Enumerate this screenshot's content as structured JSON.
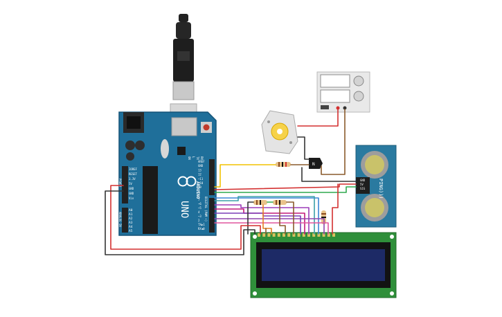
{
  "arduino": {
    "brand": "ARDUINO",
    "model": "UNO",
    "led_on": "ON",
    "led_l": "L",
    "tx": "TX",
    "rx": "RX",
    "digital_label": "DIGITAL (PWM ~)",
    "power_label": "POWER",
    "analog_label": "ANALOG IN",
    "power_pins": [
      "IOREF",
      "RESET",
      "3.3V",
      "5V",
      "GND",
      "GND",
      "Vin"
    ],
    "analog_pins": [
      "A0",
      "A1",
      "A2",
      "A3",
      "A4",
      "A5"
    ],
    "digital_top": [
      "AREF",
      "GND",
      "13",
      "12",
      "~11",
      "~10",
      "~9",
      "8"
    ],
    "digital_bottom": [
      "7",
      "~6",
      "~5",
      "4",
      "~3",
      "2",
      "TX▶1",
      "RX◀0"
    ]
  },
  "sensor": {
    "name": "PING)))",
    "pins": [
      "GND",
      "5V",
      "SIG"
    ]
  },
  "transistor": {
    "label": "N"
  },
  "colors": {
    "board": "#1f6f9a",
    "sensor_board": "#2a7aa0",
    "lcd_board": "#2f8f3a",
    "lcd_screen": "#1d2a66",
    "wire_red": "#d32f2f",
    "wire_black": "#333333",
    "wire_yellow": "#f2c200",
    "wire_green": "#2fa84f",
    "wire_blue": "#3a86d6",
    "wire_purple": "#9b3db8",
    "wire_magenta": "#c2187a",
    "wire_brown": "#8a5a2b",
    "wire_orange": "#e67e22"
  }
}
